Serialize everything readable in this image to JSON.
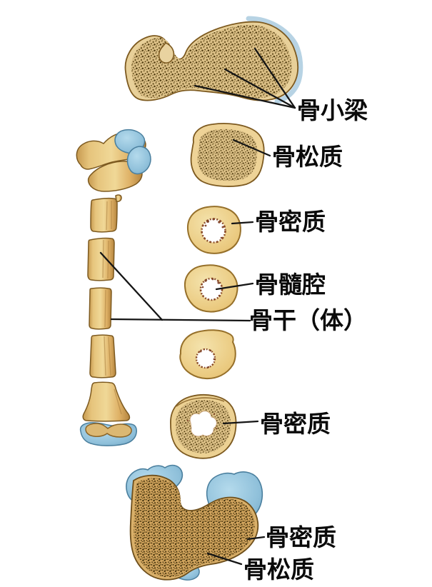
{
  "diagram": {
    "description_labels": [
      {
        "id": "trabeculae",
        "text": "骨小梁"
      },
      {
        "id": "spongy-top",
        "text": "骨松质"
      },
      {
        "id": "compact-upper",
        "text": "骨密质"
      },
      {
        "id": "medullary-cavity",
        "text": "骨髓腔"
      },
      {
        "id": "diaphysis",
        "text": "骨干（体）"
      },
      {
        "id": "compact-mid",
        "text": "骨密质"
      },
      {
        "id": "compact-bottom",
        "text": "骨密质"
      },
      {
        "id": "spongy-bottom",
        "text": "骨松质"
      }
    ],
    "colors": {
      "background": "#ffffff",
      "bone_fill": "#e9c77c",
      "bone_rim": "#e8d099",
      "bone_outline": "#7d5a20",
      "spongy_speckle": "#594413",
      "dense_speckle": "#42300a",
      "cartilage_blue": "#8fc0da",
      "cartilage_blue_dark": "#4a7f9e",
      "medullary_rim_red": "#7c3d20",
      "leader_line": "#151515",
      "label_text": "#0a0a0a"
    }
  }
}
